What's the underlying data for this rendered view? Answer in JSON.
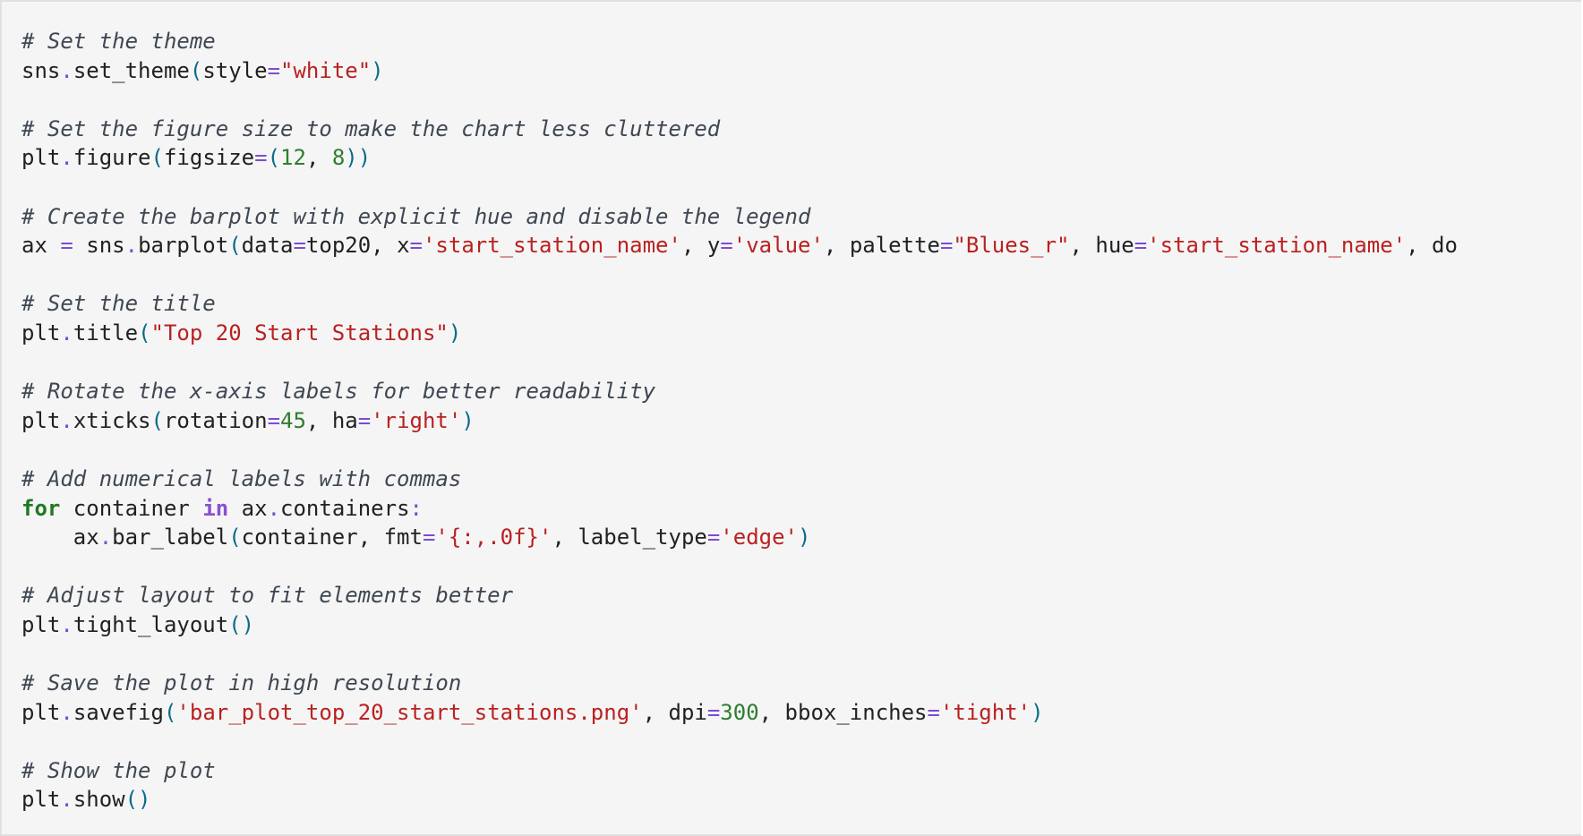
{
  "code_cell": {
    "lines": [
      [
        {
          "t": "c",
          "v": "# Set the theme"
        }
      ],
      [
        {
          "t": "",
          "v": "sns"
        },
        {
          "t": "o",
          "v": "."
        },
        {
          "t": "",
          "v": "set_theme"
        },
        {
          "t": "p",
          "v": "("
        },
        {
          "t": "",
          "v": "style"
        },
        {
          "t": "o",
          "v": "="
        },
        {
          "t": "s",
          "v": "\"white\""
        },
        {
          "t": "p",
          "v": ")"
        }
      ],
      [],
      [
        {
          "t": "c",
          "v": "# Set the figure size to make the chart less cluttered"
        }
      ],
      [
        {
          "t": "",
          "v": "plt"
        },
        {
          "t": "o",
          "v": "."
        },
        {
          "t": "",
          "v": "figure"
        },
        {
          "t": "p",
          "v": "("
        },
        {
          "t": "",
          "v": "figsize"
        },
        {
          "t": "o",
          "v": "="
        },
        {
          "t": "p",
          "v": "("
        },
        {
          "t": "n",
          "v": "12"
        },
        {
          "t": "",
          "v": ", "
        },
        {
          "t": "n",
          "v": "8"
        },
        {
          "t": "p",
          "v": "))"
        }
      ],
      [],
      [
        {
          "t": "c",
          "v": "# Create the barplot with explicit hue and disable the legend"
        }
      ],
      [
        {
          "t": "",
          "v": "ax "
        },
        {
          "t": "o",
          "v": "="
        },
        {
          "t": "",
          "v": " sns"
        },
        {
          "t": "o",
          "v": "."
        },
        {
          "t": "",
          "v": "barplot"
        },
        {
          "t": "p",
          "v": "("
        },
        {
          "t": "",
          "v": "data"
        },
        {
          "t": "o",
          "v": "="
        },
        {
          "t": "",
          "v": "top20, x"
        },
        {
          "t": "o",
          "v": "="
        },
        {
          "t": "s",
          "v": "'start_station_name'"
        },
        {
          "t": "",
          "v": ", y"
        },
        {
          "t": "o",
          "v": "="
        },
        {
          "t": "s",
          "v": "'value'"
        },
        {
          "t": "",
          "v": ", palette"
        },
        {
          "t": "o",
          "v": "="
        },
        {
          "t": "s",
          "v": "\"Blues_r\""
        },
        {
          "t": "",
          "v": ", hue"
        },
        {
          "t": "o",
          "v": "="
        },
        {
          "t": "s",
          "v": "'start_station_name'"
        },
        {
          "t": "",
          "v": ", do"
        }
      ],
      [],
      [
        {
          "t": "c",
          "v": "# Set the title"
        }
      ],
      [
        {
          "t": "",
          "v": "plt"
        },
        {
          "t": "o",
          "v": "."
        },
        {
          "t": "",
          "v": "title"
        },
        {
          "t": "p",
          "v": "("
        },
        {
          "t": "s",
          "v": "\"Top 20 Start Stations\""
        },
        {
          "t": "p",
          "v": ")"
        }
      ],
      [],
      [
        {
          "t": "c",
          "v": "# Rotate the x-axis labels for better readability"
        }
      ],
      [
        {
          "t": "",
          "v": "plt"
        },
        {
          "t": "o",
          "v": "."
        },
        {
          "t": "",
          "v": "xticks"
        },
        {
          "t": "p",
          "v": "("
        },
        {
          "t": "",
          "v": "rotation"
        },
        {
          "t": "o",
          "v": "="
        },
        {
          "t": "n",
          "v": "45"
        },
        {
          "t": "",
          "v": ", ha"
        },
        {
          "t": "o",
          "v": "="
        },
        {
          "t": "s",
          "v": "'right'"
        },
        {
          "t": "p",
          "v": ")"
        }
      ],
      [],
      [
        {
          "t": "c",
          "v": "# Add numerical labels with commas"
        }
      ],
      [
        {
          "t": "k",
          "v": "for"
        },
        {
          "t": "",
          "v": " container "
        },
        {
          "t": "kw",
          "v": "in"
        },
        {
          "t": "",
          "v": " ax"
        },
        {
          "t": "o",
          "v": "."
        },
        {
          "t": "",
          "v": "containers"
        },
        {
          "t": "o",
          "v": ":"
        }
      ],
      [
        {
          "t": "",
          "v": "    ax"
        },
        {
          "t": "o",
          "v": "."
        },
        {
          "t": "",
          "v": "bar_label"
        },
        {
          "t": "p",
          "v": "("
        },
        {
          "t": "",
          "v": "container, fmt"
        },
        {
          "t": "o",
          "v": "="
        },
        {
          "t": "s",
          "v": "'{:,.0f}'"
        },
        {
          "t": "",
          "v": ", label_type"
        },
        {
          "t": "o",
          "v": "="
        },
        {
          "t": "s",
          "v": "'edge'"
        },
        {
          "t": "p",
          "v": ")"
        }
      ],
      [],
      [
        {
          "t": "c",
          "v": "# Adjust layout to fit elements better"
        }
      ],
      [
        {
          "t": "",
          "v": "plt"
        },
        {
          "t": "o",
          "v": "."
        },
        {
          "t": "",
          "v": "tight_layout"
        },
        {
          "t": "p",
          "v": "()"
        }
      ],
      [],
      [
        {
          "t": "c",
          "v": "# Save the plot in high resolution"
        }
      ],
      [
        {
          "t": "",
          "v": "plt"
        },
        {
          "t": "o",
          "v": "."
        },
        {
          "t": "",
          "v": "savefig"
        },
        {
          "t": "p",
          "v": "("
        },
        {
          "t": "s",
          "v": "'bar_plot_top_20_start_stations.png'"
        },
        {
          "t": "",
          "v": ", dpi"
        },
        {
          "t": "o",
          "v": "="
        },
        {
          "t": "n",
          "v": "300"
        },
        {
          "t": "",
          "v": ", bbox_inches"
        },
        {
          "t": "o",
          "v": "="
        },
        {
          "t": "s",
          "v": "'tight'"
        },
        {
          "t": "p",
          "v": ")"
        }
      ],
      [],
      [
        {
          "t": "c",
          "v": "# Show the plot"
        }
      ],
      [
        {
          "t": "",
          "v": "plt"
        },
        {
          "t": "o",
          "v": "."
        },
        {
          "t": "",
          "v": "show"
        },
        {
          "t": "p",
          "v": "()"
        }
      ]
    ]
  }
}
